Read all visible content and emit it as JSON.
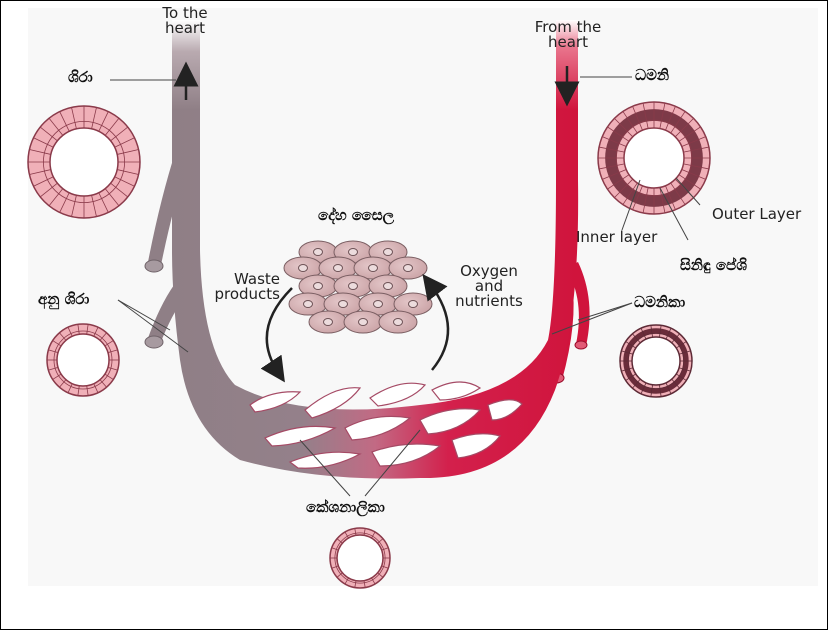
{
  "labels": {
    "to_heart": [
      "To the",
      "heart"
    ],
    "from_heart": [
      "From the",
      "heart"
    ],
    "vein": "ශිරා",
    "artery": "ධමනි",
    "venule": "අනු ශිරා",
    "arteriole": "ධමනිකා",
    "capillary": "කේශනාලිකා",
    "body_cells": "දේහ සෛල",
    "waste": [
      "Waste",
      "products"
    ],
    "oxygen": [
      "Oxygen",
      "and",
      "nutrients"
    ],
    "inner_layer": "Inner layer",
    "outer_layer": "Outer Layer",
    "smooth_muscle": "සිනිඳු පේශි"
  },
  "colors": {
    "vein": "#8f7f86",
    "artery": "#d0143c",
    "vessel_wall": "#f0b0b8",
    "cell_fill": "#d7b1b4"
  }
}
